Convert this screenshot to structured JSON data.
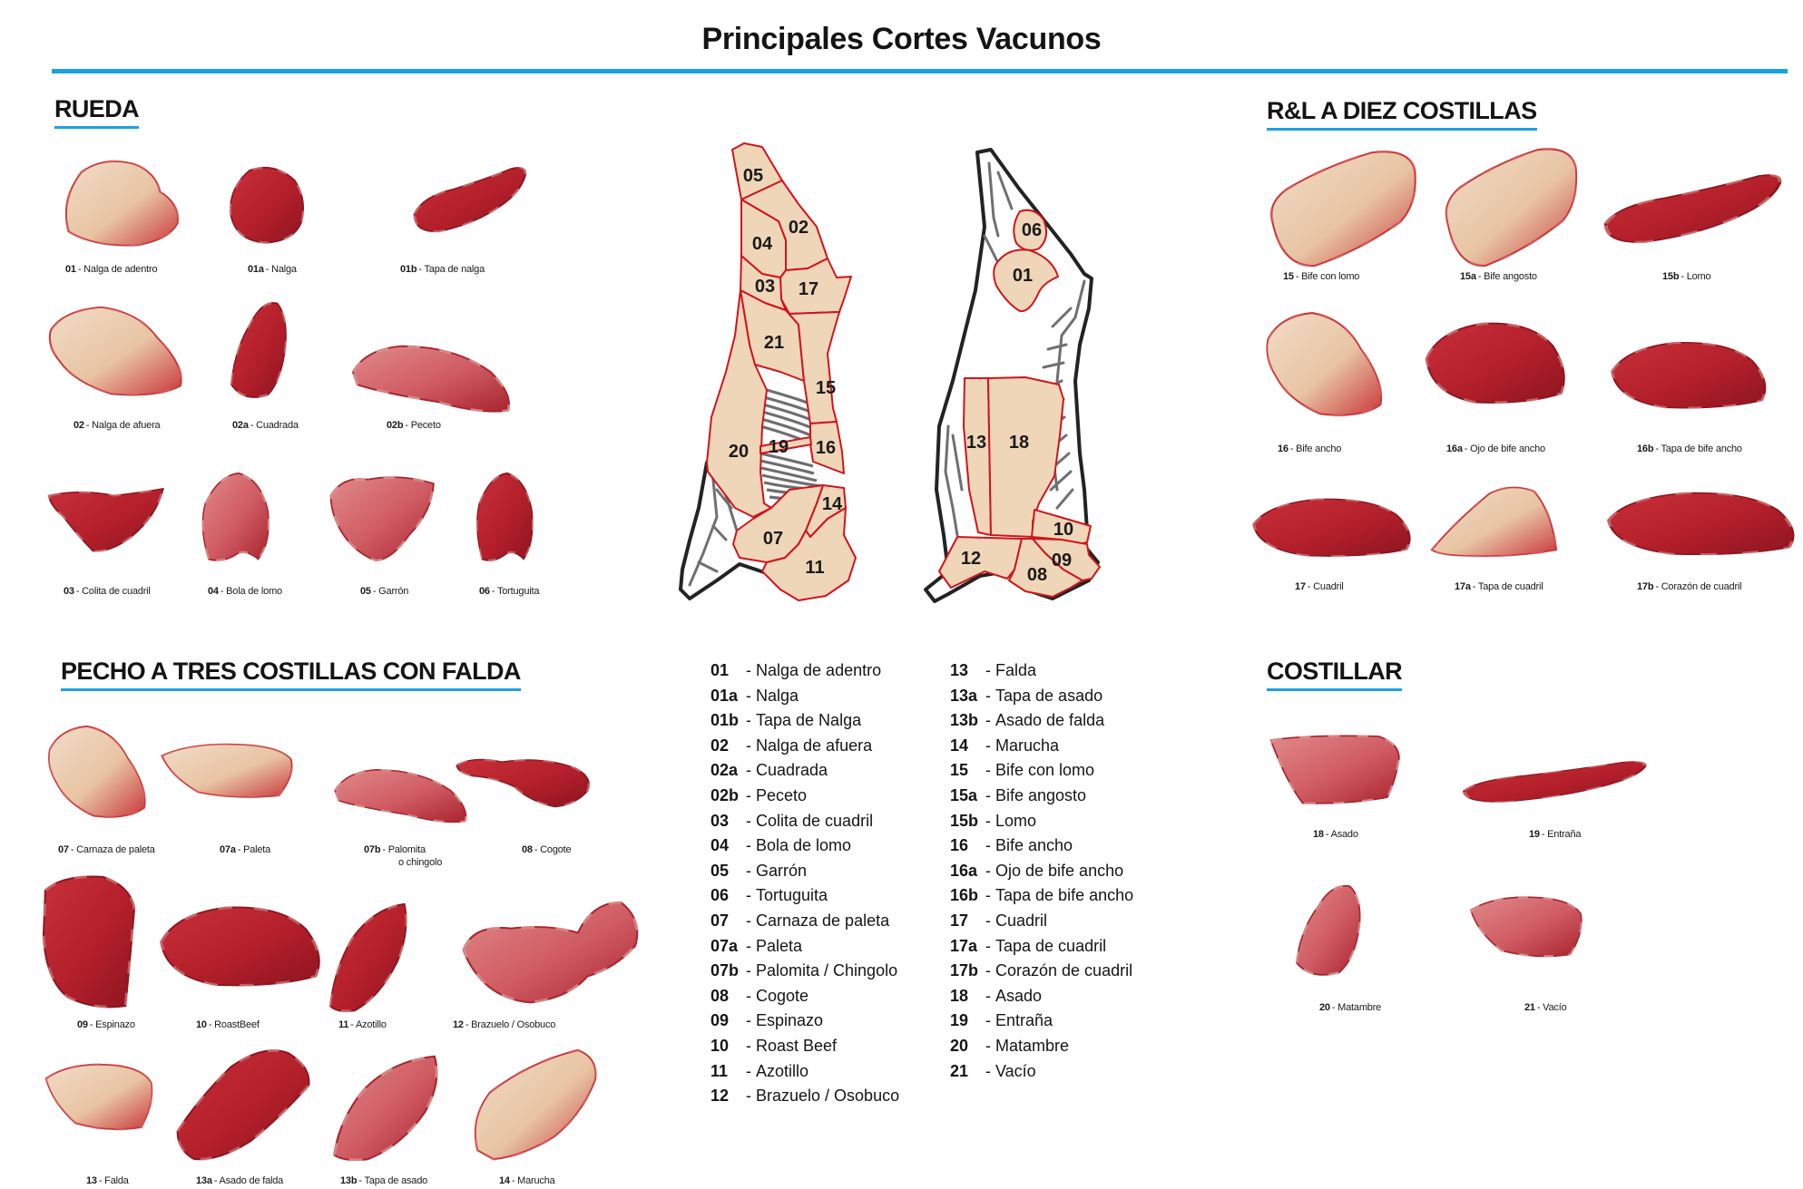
{
  "title": "Principales Cortes Vacunos",
  "colors": {
    "accent_rule": "#1ba1e2",
    "diagram_fill": "#efd6b8",
    "diagram_stroke": "#d0141c",
    "bone": "#6e6e70"
  },
  "sections": {
    "rueda": {
      "heading": "RUEDA",
      "items": [
        {
          "code": "01",
          "name": "Nalga de adentro",
          "tone": "fat"
        },
        {
          "code": "01a",
          "name": "Nalga",
          "tone": "red"
        },
        {
          "code": "01b",
          "name": "Tapa de nalga",
          "tone": "red"
        },
        {
          "code": "02",
          "name": "Nalga de afuera",
          "tone": "fat"
        },
        {
          "code": "02a",
          "name": "Cuadrada",
          "tone": "red"
        },
        {
          "code": "02b",
          "name": "Peceto",
          "tone": "pink"
        },
        {
          "code": "03",
          "name": "Colita de cuadril",
          "tone": "red"
        },
        {
          "code": "04",
          "name": "Bola de lomo",
          "tone": "pink"
        },
        {
          "code": "05",
          "name": "Garrón",
          "tone": "pink"
        },
        {
          "code": "06",
          "name": "Tortuguita",
          "tone": "red"
        }
      ]
    },
    "ryl": {
      "heading": "R&L A DIEZ COSTILLAS",
      "items": [
        {
          "code": "15",
          "name": "Bife con lomo",
          "tone": "fat"
        },
        {
          "code": "15a",
          "name": "Bife angosto",
          "tone": "fat"
        },
        {
          "code": "15b",
          "name": "Lomo",
          "tone": "red"
        },
        {
          "code": "16",
          "name": "Bife ancho",
          "tone": "fat"
        },
        {
          "code": "16a",
          "name": "Ojo de bife ancho",
          "tone": "red"
        },
        {
          "code": "16b",
          "name": "Tapa de bife ancho",
          "tone": "red"
        },
        {
          "code": "17",
          "name": "Cuadril",
          "tone": "red"
        },
        {
          "code": "17a",
          "name": "Tapa de cuadril",
          "tone": "fat"
        },
        {
          "code": "17b",
          "name": "Corazón de cuadril",
          "tone": "red"
        }
      ]
    },
    "pecho": {
      "heading": "PECHO A TRES COSTILLAS CON FALDA",
      "items": [
        {
          "code": "07",
          "name": "Carnaza de paleta",
          "tone": "fat"
        },
        {
          "code": "07a",
          "name": "Paleta",
          "tone": "fat"
        },
        {
          "code": "07b",
          "name": "Palomita",
          "name2": "o chingolo",
          "tone": "pink"
        },
        {
          "code": "08",
          "name": "Cogote",
          "tone": "red"
        },
        {
          "code": "09",
          "name": "Espinazo",
          "tone": "red"
        },
        {
          "code": "10",
          "name": "RoastBeef",
          "tone": "red"
        },
        {
          "code": "11",
          "name": "Azotillo",
          "tone": "red"
        },
        {
          "code": "12",
          "name": "Brazuelo / Osobuco",
          "tone": "pink"
        },
        {
          "code": "13",
          "name": "Falda",
          "tone": "fat"
        },
        {
          "code": "13a",
          "name": "Asado de falda",
          "tone": "red"
        },
        {
          "code": "13b",
          "name": "Tapa de asado",
          "tone": "pink"
        },
        {
          "code": "14",
          "name": "Marucha",
          "tone": "fat"
        }
      ]
    },
    "costillar": {
      "heading": "COSTILLAR",
      "items": [
        {
          "code": "18",
          "name": "Asado",
          "tone": "pink"
        },
        {
          "code": "19",
          "name": "Entraña",
          "tone": "red"
        },
        {
          "code": "20",
          "name": "Matambre",
          "tone": "pink"
        },
        {
          "code": "21",
          "name": "Vacío",
          "tone": "pink"
        }
      ]
    }
  },
  "diagram": {
    "left_side_labels": [
      "05",
      "02",
      "04",
      "03",
      "17",
      "21",
      "15",
      "20",
      "19",
      "16",
      "14",
      "07",
      "11"
    ],
    "right_side_labels": [
      "06",
      "01",
      "13",
      "18",
      "10",
      "12",
      "09",
      "08"
    ]
  },
  "legend": {
    "col1": [
      {
        "code": "01",
        "name": "Nalga de adentro"
      },
      {
        "code": "01a",
        "name": "Nalga"
      },
      {
        "code": "01b",
        "name": "Tapa de Nalga"
      },
      {
        "code": "02",
        "name": "Nalga de afuera"
      },
      {
        "code": "02a",
        "name": "Cuadrada"
      },
      {
        "code": "02b",
        "name": "Peceto"
      },
      {
        "code": "03",
        "name": "Colita de cuadril"
      },
      {
        "code": "04",
        "name": "Bola de lomo"
      },
      {
        "code": "05",
        "name": "Garrón"
      },
      {
        "code": "06",
        "name": "Tortuguita"
      },
      {
        "code": "07",
        "name": "Carnaza de paleta"
      },
      {
        "code": "07a",
        "name": "Paleta"
      },
      {
        "code": "07b",
        "name": "Palomita / Chingolo"
      },
      {
        "code": "08",
        "name": "Cogote"
      },
      {
        "code": "09",
        "name": "Espinazo"
      },
      {
        "code": "10",
        "name": "Roast Beef"
      },
      {
        "code": "11",
        "name": "Azotillo"
      },
      {
        "code": "12",
        "name": "Brazuelo / Osobuco"
      }
    ],
    "col2": [
      {
        "code": "13",
        "name": "Falda"
      },
      {
        "code": "13a",
        "name": "Tapa de asado"
      },
      {
        "code": "13b",
        "name": "Asado de falda"
      },
      {
        "code": "14",
        "name": "Marucha"
      },
      {
        "code": "15",
        "name": "Bife con lomo"
      },
      {
        "code": "15a",
        "name": "Bife angosto"
      },
      {
        "code": "15b",
        "name": "Lomo"
      },
      {
        "code": "16",
        "name": "Bife ancho"
      },
      {
        "code": "16a",
        "name": "Ojo de bife ancho"
      },
      {
        "code": "16b",
        "name": "Tapa de bife ancho"
      },
      {
        "code": "17",
        "name": "Cuadril"
      },
      {
        "code": "17a",
        "name": "Tapa de cuadril"
      },
      {
        "code": "17b",
        "name": "Corazón de cuadril"
      },
      {
        "code": "18",
        "name": "Asado"
      },
      {
        "code": "19",
        "name": "Entraña"
      },
      {
        "code": "20",
        "name": "Matambre"
      },
      {
        "code": "21",
        "name": "Vacío"
      }
    ]
  }
}
